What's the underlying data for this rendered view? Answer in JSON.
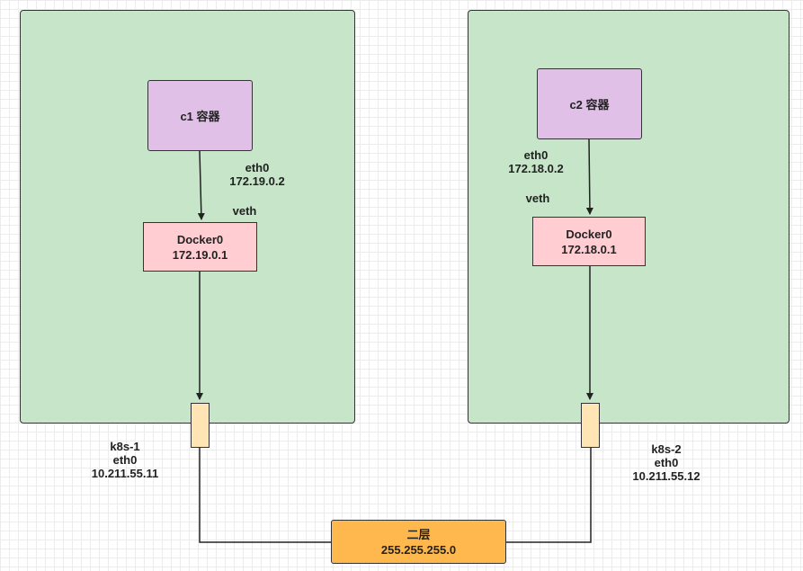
{
  "host1": {
    "container": "c1 容器",
    "eth0": "eth0",
    "container_ip": "172.19.0.2",
    "veth": "veth",
    "bridge": "Docker0",
    "bridge_ip": "172.19.0.1",
    "node_name": "k8s-1",
    "node_iface": "eth0",
    "node_ip": "10.211.55.11"
  },
  "host2": {
    "container": "c2 容器",
    "eth0": "eth0",
    "container_ip": "172.18.0.2",
    "veth": "veth",
    "bridge": "Docker0",
    "bridge_ip": "172.18.0.1",
    "node_name": "k8s-2",
    "node_iface": "eth0",
    "node_ip": "10.211.55.12"
  },
  "switch": {
    "label": "二层",
    "mask": "255.255.255.0"
  }
}
